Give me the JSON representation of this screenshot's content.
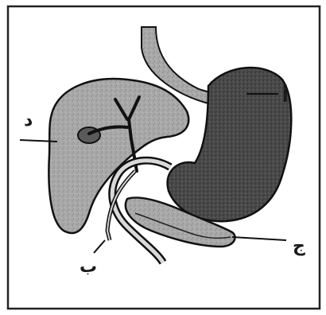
{
  "labels": {
    "esophagus_stomach": "أ",
    "duct": "ب",
    "pancreas": "ج",
    "liver": "د"
  }
}
